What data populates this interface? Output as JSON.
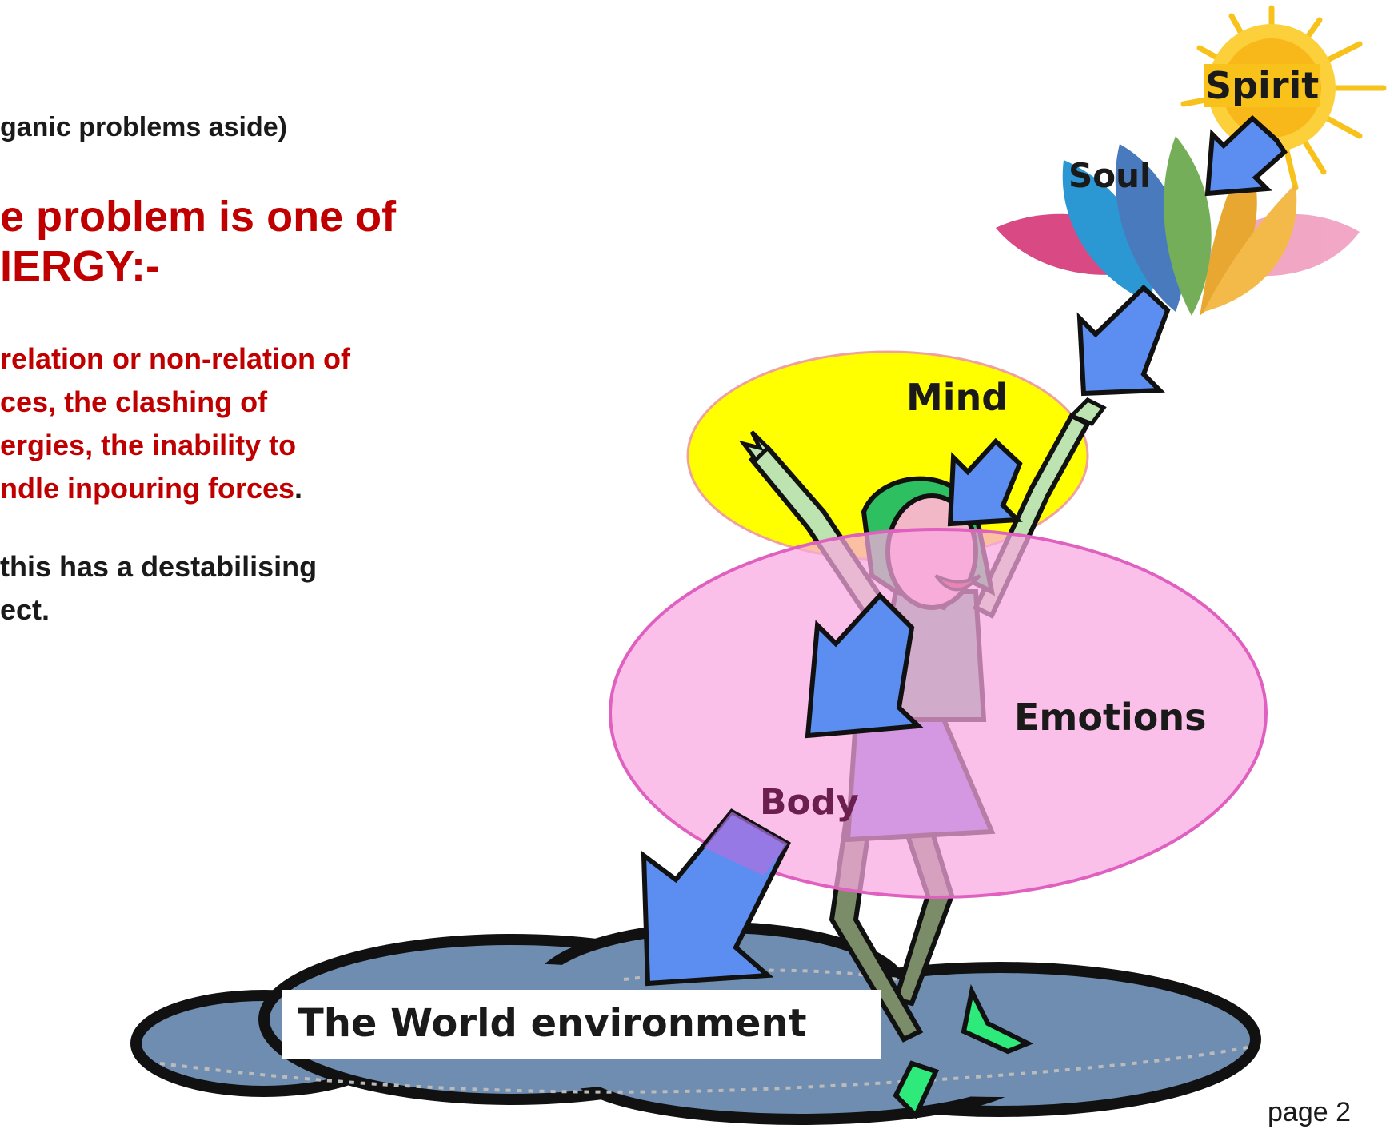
{
  "left_text": {
    "line1": "ganic problems aside)",
    "heading_line1": "e problem is one of",
    "heading_line2": "IERGY:-",
    "para_line1": "relation or non-relation of",
    "para_line2": "ces, the clashing of",
    "para_line3": "ergies, the inability to",
    "para_line4": "ndle inpouring forces",
    "para_line4_period": ".",
    "note_line1": "this has a destabilising",
    "note_line2": "ect."
  },
  "labels": {
    "spirit": "Spirit",
    "soul": "Soul",
    "mind": "Mind",
    "emotions": "Emotions",
    "body": "Body",
    "world": "The World environment"
  },
  "footer": {
    "page": "page 2"
  },
  "colors": {
    "red_text": "#c00000",
    "mind_ellipse": "#ffff00",
    "emotions_ellipse": "#f9a8e0",
    "arrow_blue": "#5b8ef0",
    "sun": "#f7c21c",
    "body_label": "#6b1f4d"
  }
}
